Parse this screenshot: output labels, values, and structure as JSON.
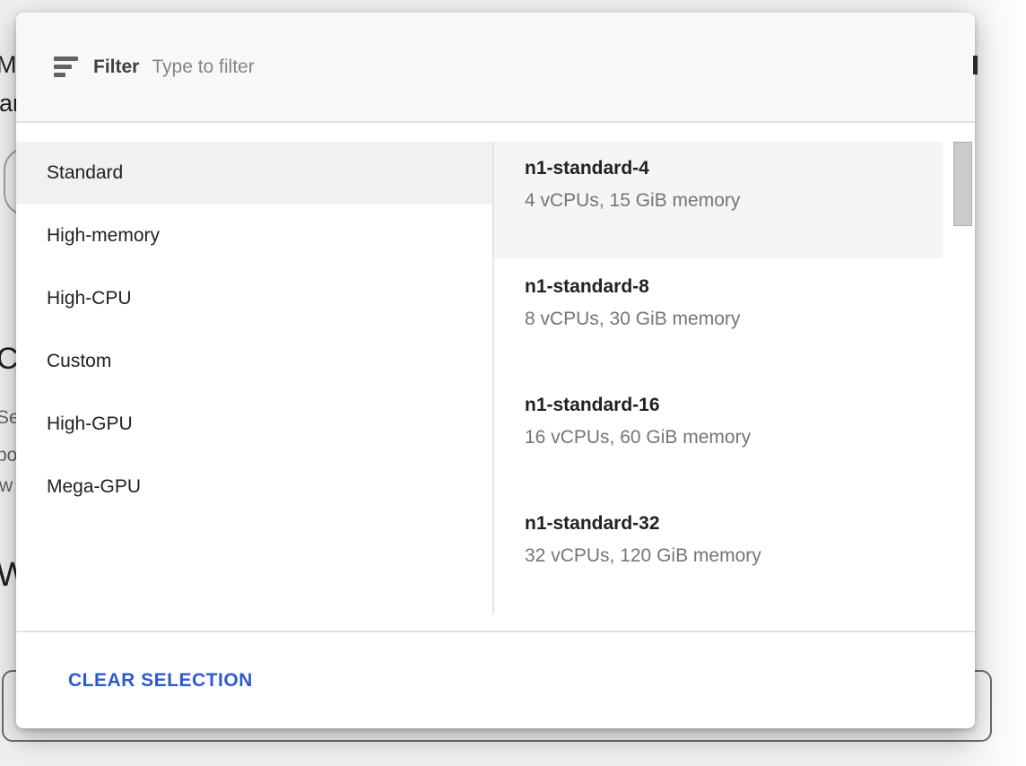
{
  "popup": {
    "filter": {
      "label": "Filter",
      "placeholder": "Type to filter"
    },
    "categories": [
      {
        "label": "Standard",
        "selected": true
      },
      {
        "label": "High-memory"
      },
      {
        "label": "High-CPU"
      },
      {
        "label": "Custom"
      },
      {
        "label": "High-GPU"
      },
      {
        "label": "Mega-GPU"
      }
    ],
    "machine_types": [
      {
        "name": "n1-standard-4",
        "description": "4 vCPUs, 15 GiB memory",
        "selected": true
      },
      {
        "name": "n1-standard-8",
        "description": "8 vCPUs, 30 GiB memory"
      },
      {
        "name": "n1-standard-16",
        "description": "16 vCPUs, 60 GiB memory"
      },
      {
        "name": "n1-standard-32",
        "description": "32 vCPUs, 120 GiB memory"
      }
    ],
    "footer": {
      "clear_selection_label": "CLEAR SELECTION"
    }
  },
  "background_fragments": {
    "texts": [
      {
        "text": "M",
        "class": "frag-m"
      },
      {
        "text": "ar",
        "class": "frag-ar"
      },
      {
        "text": "C",
        "class": "frag-c"
      },
      {
        "text": "Se",
        "class": "frag-se"
      },
      {
        "text": "po",
        "class": "frag-po"
      },
      {
        "text": "w",
        "class": "frag-w"
      },
      {
        "text": "W",
        "class": "frag-bigw"
      }
    ]
  },
  "colors": {
    "accent_blue": "#2d5bce",
    "header_bg": "#f8f8f8",
    "selected_row_right": "#f5f5f5",
    "selected_row_left": "#f1f1f1",
    "primary_text": "#202124",
    "secondary_text": "#757575",
    "divider": "#e3e3e3"
  }
}
